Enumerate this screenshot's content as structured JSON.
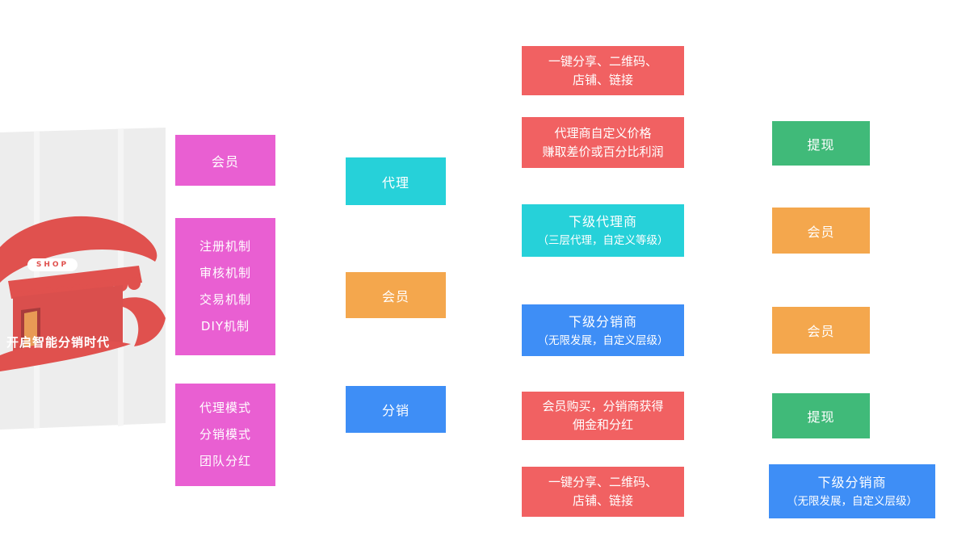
{
  "palette": {
    "pink": "#e95fd2",
    "cyan": "#26d1d9",
    "orange": "#f4a74d",
    "blue": "#3e8ef6",
    "red": "#f16162",
    "green": "#40ba79",
    "shop_red": "#e0514e",
    "backdrop_gray": "#ededed"
  },
  "illustration": {
    "shop_sign": "SHOP",
    "tagline": "开启智能分销时代"
  },
  "mechanism_column": {
    "member": "会员",
    "mechanisms": [
      "注册机制",
      "审核机制",
      "交易机制",
      "DIY机制"
    ],
    "modes": [
      "代理模式",
      "分销模式",
      "团队分红"
    ]
  },
  "role_column": {
    "agent": "代理",
    "member": "会员",
    "distribution": "分销"
  },
  "detail_column": [
    {
      "line1": "一键分享、二维码、",
      "line2": "店铺、链接"
    },
    {
      "line1": "代理商自定义价格",
      "line2": "赚取差价或百分比利润"
    },
    {
      "line1": "下级代理商",
      "line2": "（三层代理，自定义等级）"
    },
    {
      "line1": "下级分销商",
      "line2": "（无限发展，自定义层级）"
    },
    {
      "line1": "会员购买，分销商获得",
      "line2": "佣金和分红"
    },
    {
      "line1": "一键分享、二维码、",
      "line2": "店铺、链接"
    }
  ],
  "outcome_column": {
    "withdraw_top": "提现",
    "member_1": "会员",
    "member_2": "会员",
    "withdraw_bottom": "提现",
    "sub_distributor": {
      "line1": "下级分销商",
      "line2": "（无限发展，自定义层级）"
    }
  }
}
